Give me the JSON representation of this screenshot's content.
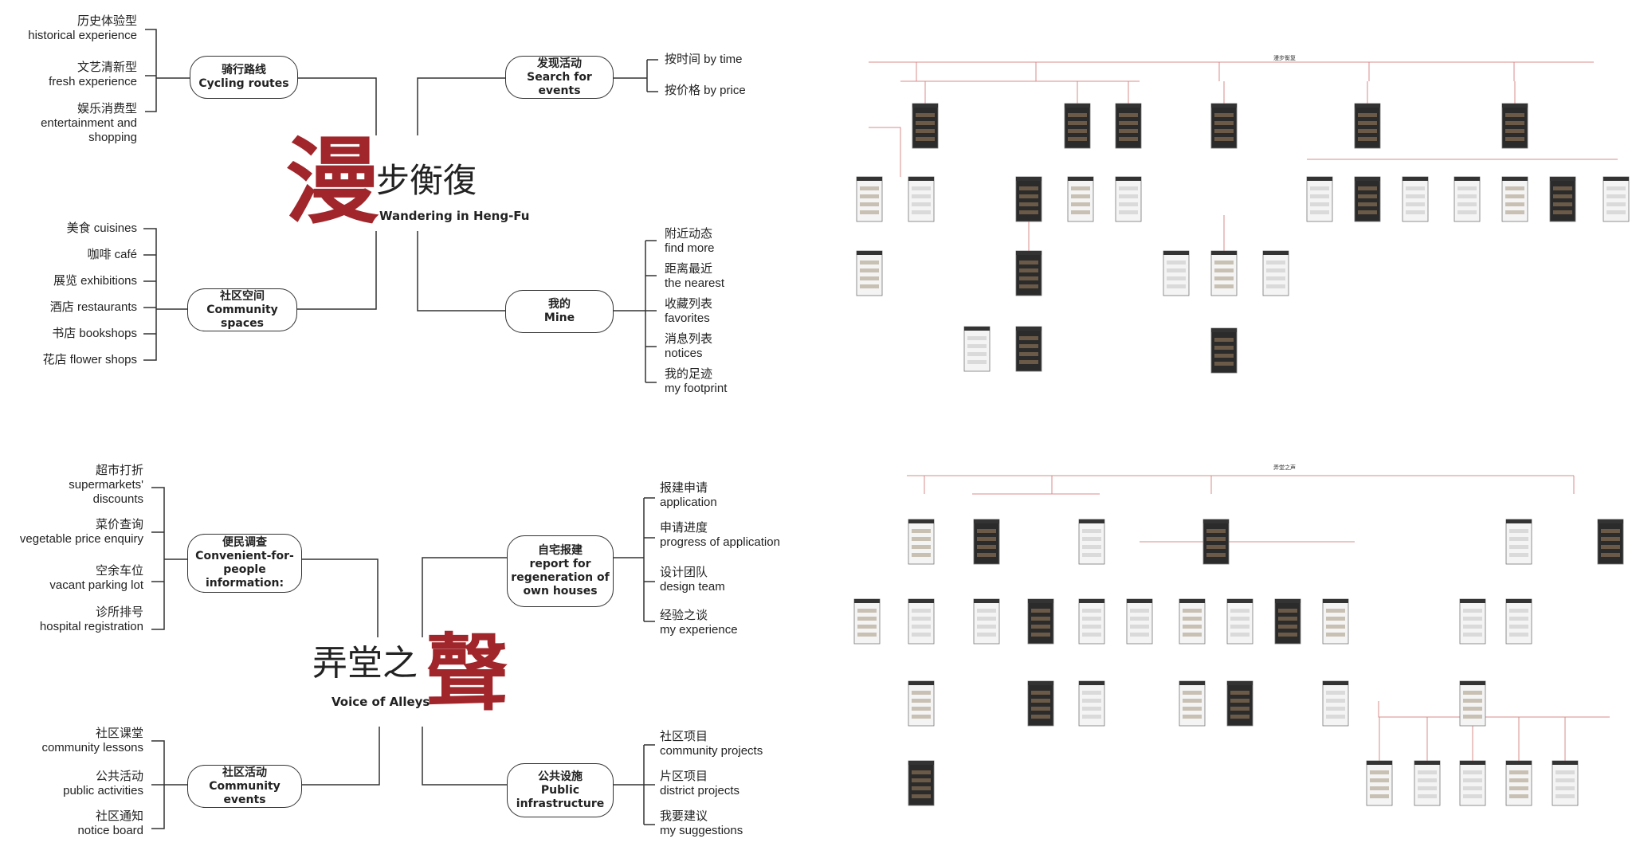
{
  "top": {
    "title_big": "漫",
    "title_cn": "步衡復",
    "title_en": "Wandering in Heng-Fu",
    "left_top_node": {
      "cn": "骑行路线",
      "en": "Cycling routes"
    },
    "left_top_leaves": [
      {
        "cn": "历史体验型",
        "en": "historical experience"
      },
      {
        "cn": "文艺清新型",
        "en": "fresh experience"
      },
      {
        "cn": "娱乐消费型",
        "en": "entertainment and",
        "en2": "shopping"
      }
    ],
    "right_top_node": {
      "cn": "发现活动",
      "en": "Search for events"
    },
    "right_top_leaves": [
      {
        "text": "按时间  by time"
      },
      {
        "text": "按价格  by price"
      }
    ],
    "left_bottom_node": {
      "cn": "社区空间",
      "en": "Community spaces"
    },
    "left_bottom_leaves": [
      {
        "text": "美食 cuisines"
      },
      {
        "text": "咖啡 café"
      },
      {
        "text": "展览 exhibitions"
      },
      {
        "text": "酒店 restaurants"
      },
      {
        "text": "书店 bookshops"
      },
      {
        "text": "花店 flower shops"
      }
    ],
    "right_bottom_node": {
      "cn": "我的",
      "en": "Mine"
    },
    "right_bottom_leaves": [
      {
        "cn": "附近动态",
        "en": "find more"
      },
      {
        "cn": "距离最近",
        "en": "the nearest"
      },
      {
        "cn": "收藏列表",
        "en": "favorites"
      },
      {
        "cn": "消息列表",
        "en": "notices"
      },
      {
        "cn": "我的足迹",
        "en": "my footprint"
      }
    ]
  },
  "bottom": {
    "title_cn": "弄堂之",
    "title_big": "聲",
    "title_en": "Voice of Alleys",
    "left_top_node": {
      "l1": "便民调查",
      "l2": "Convenient-for-",
      "l3": "people information:"
    },
    "left_top_leaves": [
      {
        "cn": "超市打折",
        "en": "supermarkets'",
        "en2": "discounts"
      },
      {
        "cn": "菜价查询",
        "en": "vegetable price enquiry"
      },
      {
        "cn": "空余车位",
        "en": "vacant parking lot"
      },
      {
        "cn": "诊所排号",
        "en": "hospital registration"
      }
    ],
    "right_top_node": {
      "l1": "自宅报建",
      "l2": "report for",
      "l3": "regeneration of",
      "l4": "own houses"
    },
    "right_top_leaves": [
      {
        "cn": "报建申请",
        "en": "application"
      },
      {
        "cn": "申请进度",
        "en": "progress of application"
      },
      {
        "cn": "设计团队",
        "en": "design team"
      },
      {
        "cn": "经验之谈",
        "en": "my experience"
      }
    ],
    "left_bottom_node": {
      "cn": "社区活动",
      "en": "Community events"
    },
    "left_bottom_leaves": [
      {
        "cn": "社区课堂",
        "en": "community lessons"
      },
      {
        "cn": "公共活动",
        "en": "public activities"
      },
      {
        "cn": "社区通知",
        "en": "notice board"
      }
    ],
    "right_bottom_node": {
      "l1": "公共设施",
      "l2": "Public",
      "l3": "infrastructure"
    },
    "right_bottom_leaves": [
      {
        "cn": "社区项目",
        "en": "community projects"
      },
      {
        "cn": "片区项目",
        "en": "district projects"
      },
      {
        "cn": "我要建议",
        "en": "my suggestions"
      }
    ]
  },
  "flow_top_title": "漫步衡复",
  "flow_bottom_title": "弄堂之声",
  "colors": {
    "accent": "#a1262b",
    "line": "#333333",
    "flow_line": "#d98b8b"
  }
}
